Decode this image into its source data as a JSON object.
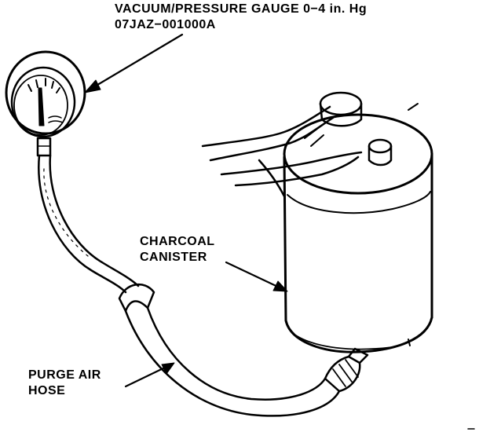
{
  "labels": {
    "gauge_line1": "VACUUM/PRESSURE GAUGE 0−4 in. Hg",
    "gauge_line2": "07JAZ−001000A",
    "canister_line1": "CHARCOAL",
    "canister_line2": "CANISTER",
    "hose_line1": "PURGE AIR",
    "hose_line2": "HOSE"
  },
  "colors": {
    "ink": "#000000",
    "paper": "#ffffff"
  }
}
